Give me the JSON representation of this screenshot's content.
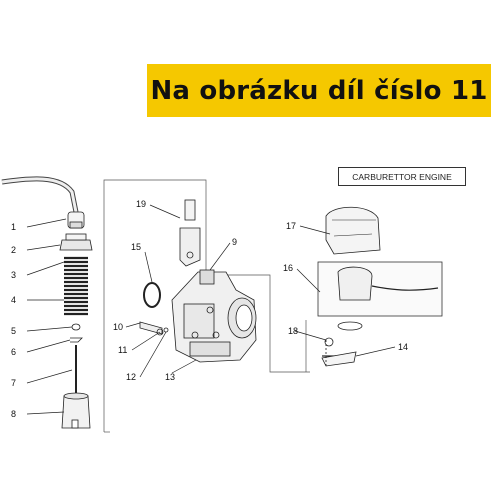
{
  "banner": {
    "text": "Na obrázku díl číslo 11",
    "color": "#f5c800"
  },
  "diagram": {
    "title": "CARBURETTOR ENGINE",
    "labels": [
      "1",
      "2",
      "3",
      "4",
      "5",
      "6",
      "7",
      "8",
      "9",
      "10",
      "11",
      "12",
      "13",
      "14",
      "15",
      "16",
      "17",
      "18",
      "19"
    ]
  }
}
